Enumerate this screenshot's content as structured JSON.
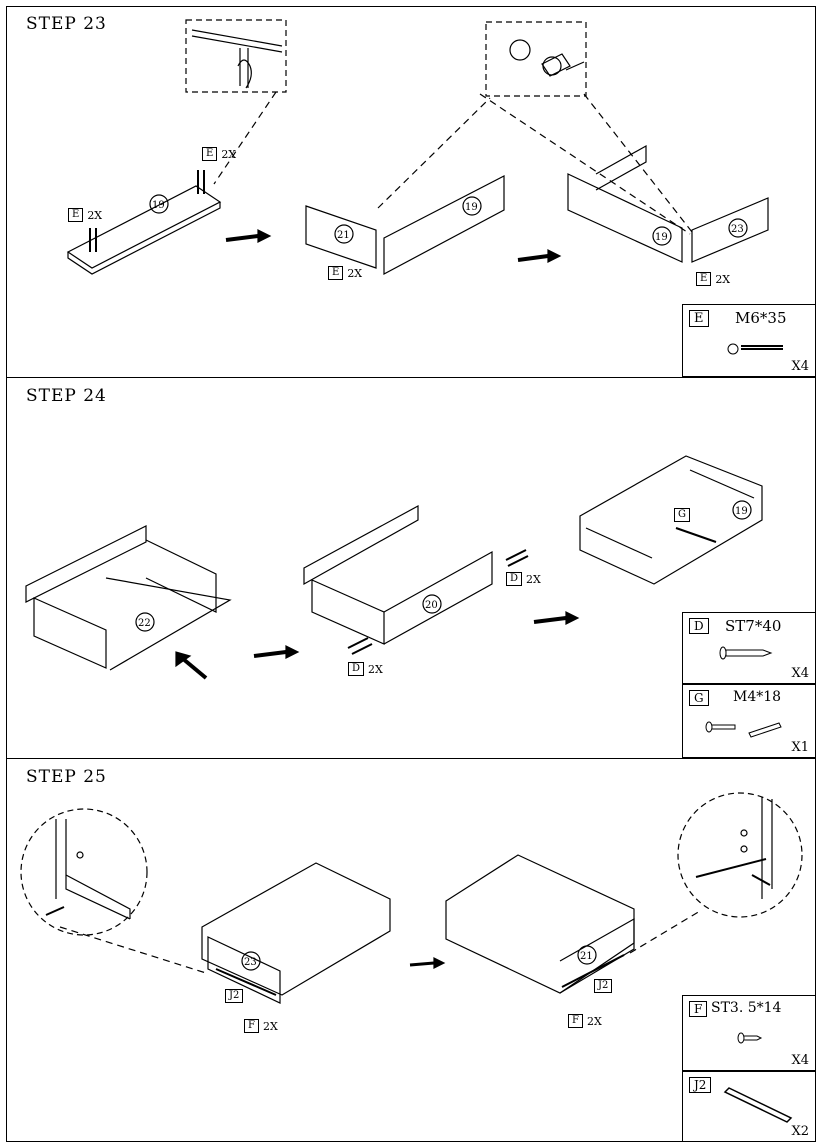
{
  "steps": [
    {
      "title": "STEP 23",
      "tags": [
        "E",
        "2X"
      ],
      "parts": [
        "19",
        "21",
        "23"
      ],
      "hardware": [
        {
          "code": "E",
          "spec": "M6*35",
          "qty": "X4"
        }
      ]
    },
    {
      "title": "STEP 24",
      "tags": [
        "D",
        "2X",
        "G"
      ],
      "parts": [
        "22",
        "20",
        "19"
      ],
      "hardware": [
        {
          "code": "D",
          "spec": "ST7*40",
          "qty": "X4"
        },
        {
          "code": "G",
          "spec": "M4*18",
          "qty": "X1"
        }
      ]
    },
    {
      "title": "STEP 25",
      "tags": [
        "F",
        "2X",
        "J2"
      ],
      "parts": [
        "23",
        "21"
      ],
      "hardware": [
        {
          "code": "F",
          "spec": "ST3. 5*14",
          "qty": "X4"
        },
        {
          "code": "J2",
          "spec": "",
          "qty": "X2"
        }
      ]
    }
  ]
}
